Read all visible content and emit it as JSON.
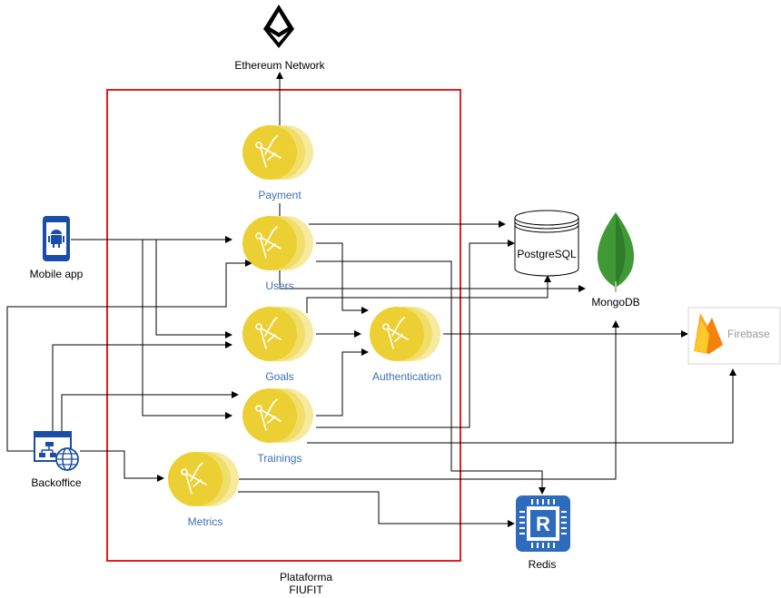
{
  "platform": {
    "line1": "Plataforma",
    "line2": "FIUFIT"
  },
  "external": {
    "ethereum": "Ethereum Network",
    "postgres": "PostgreSQL",
    "mongodb": "MongoDB",
    "firebase": "Firebase",
    "redis": "Redis"
  },
  "clients": {
    "mobile": "Mobile app",
    "backoffice": "Backoffice"
  },
  "services": {
    "payment": "Payment",
    "users": "Users",
    "goals": "Goals",
    "authentication": "Authentication",
    "trainings": "Trainings",
    "metrics": "Metrics"
  },
  "colors": {
    "boundary": "#e02020",
    "service_fill": "#ecd033",
    "service_shadow": "#f6ea9e",
    "service_label": "#3d6fb6",
    "mobile": "#1a4da8",
    "mongodb": "#3f9a35",
    "firebase": "#f6a623",
    "redis": "#2e6bbd"
  },
  "icons": {
    "ethereum": "ethereum-icon",
    "service": "compass-icon",
    "postgres": "database-cylinder-icon",
    "mongodb": "leaf-icon",
    "firebase": "flame-icon",
    "redis": "chip-icon",
    "mobile": "android-phone-icon",
    "backoffice": "web-app-icon"
  }
}
